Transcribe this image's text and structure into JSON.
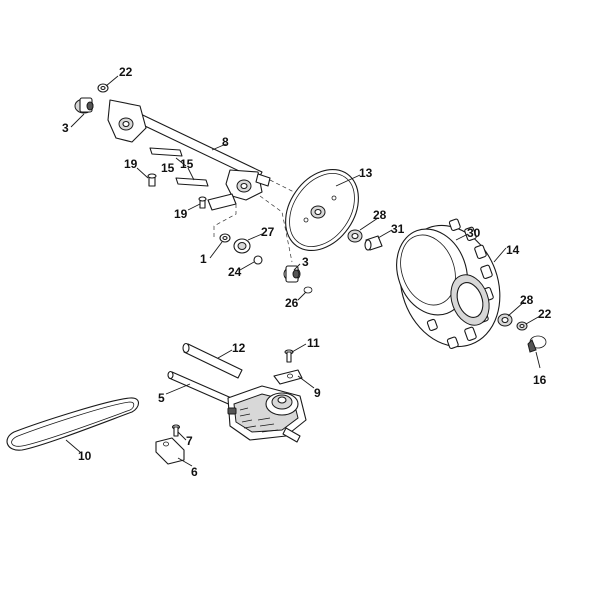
{
  "callouts": {
    "c1": "1",
    "c3a": "3",
    "c3b": "3",
    "c5": "5",
    "c6": "6",
    "c7": "7",
    "c8": "8",
    "c9": "9",
    "c10": "10",
    "c11": "11",
    "c12": "12",
    "c13": "13",
    "c14": "14",
    "c15a": "15",
    "c15b": "15",
    "c16": "16",
    "c19a": "19",
    "c19b": "19",
    "c22a": "22",
    "c22b": "22",
    "c24": "24",
    "c26": "26",
    "c27": "27",
    "c28a": "28",
    "c28b": "28",
    "c30": "30",
    "c31": "31"
  }
}
